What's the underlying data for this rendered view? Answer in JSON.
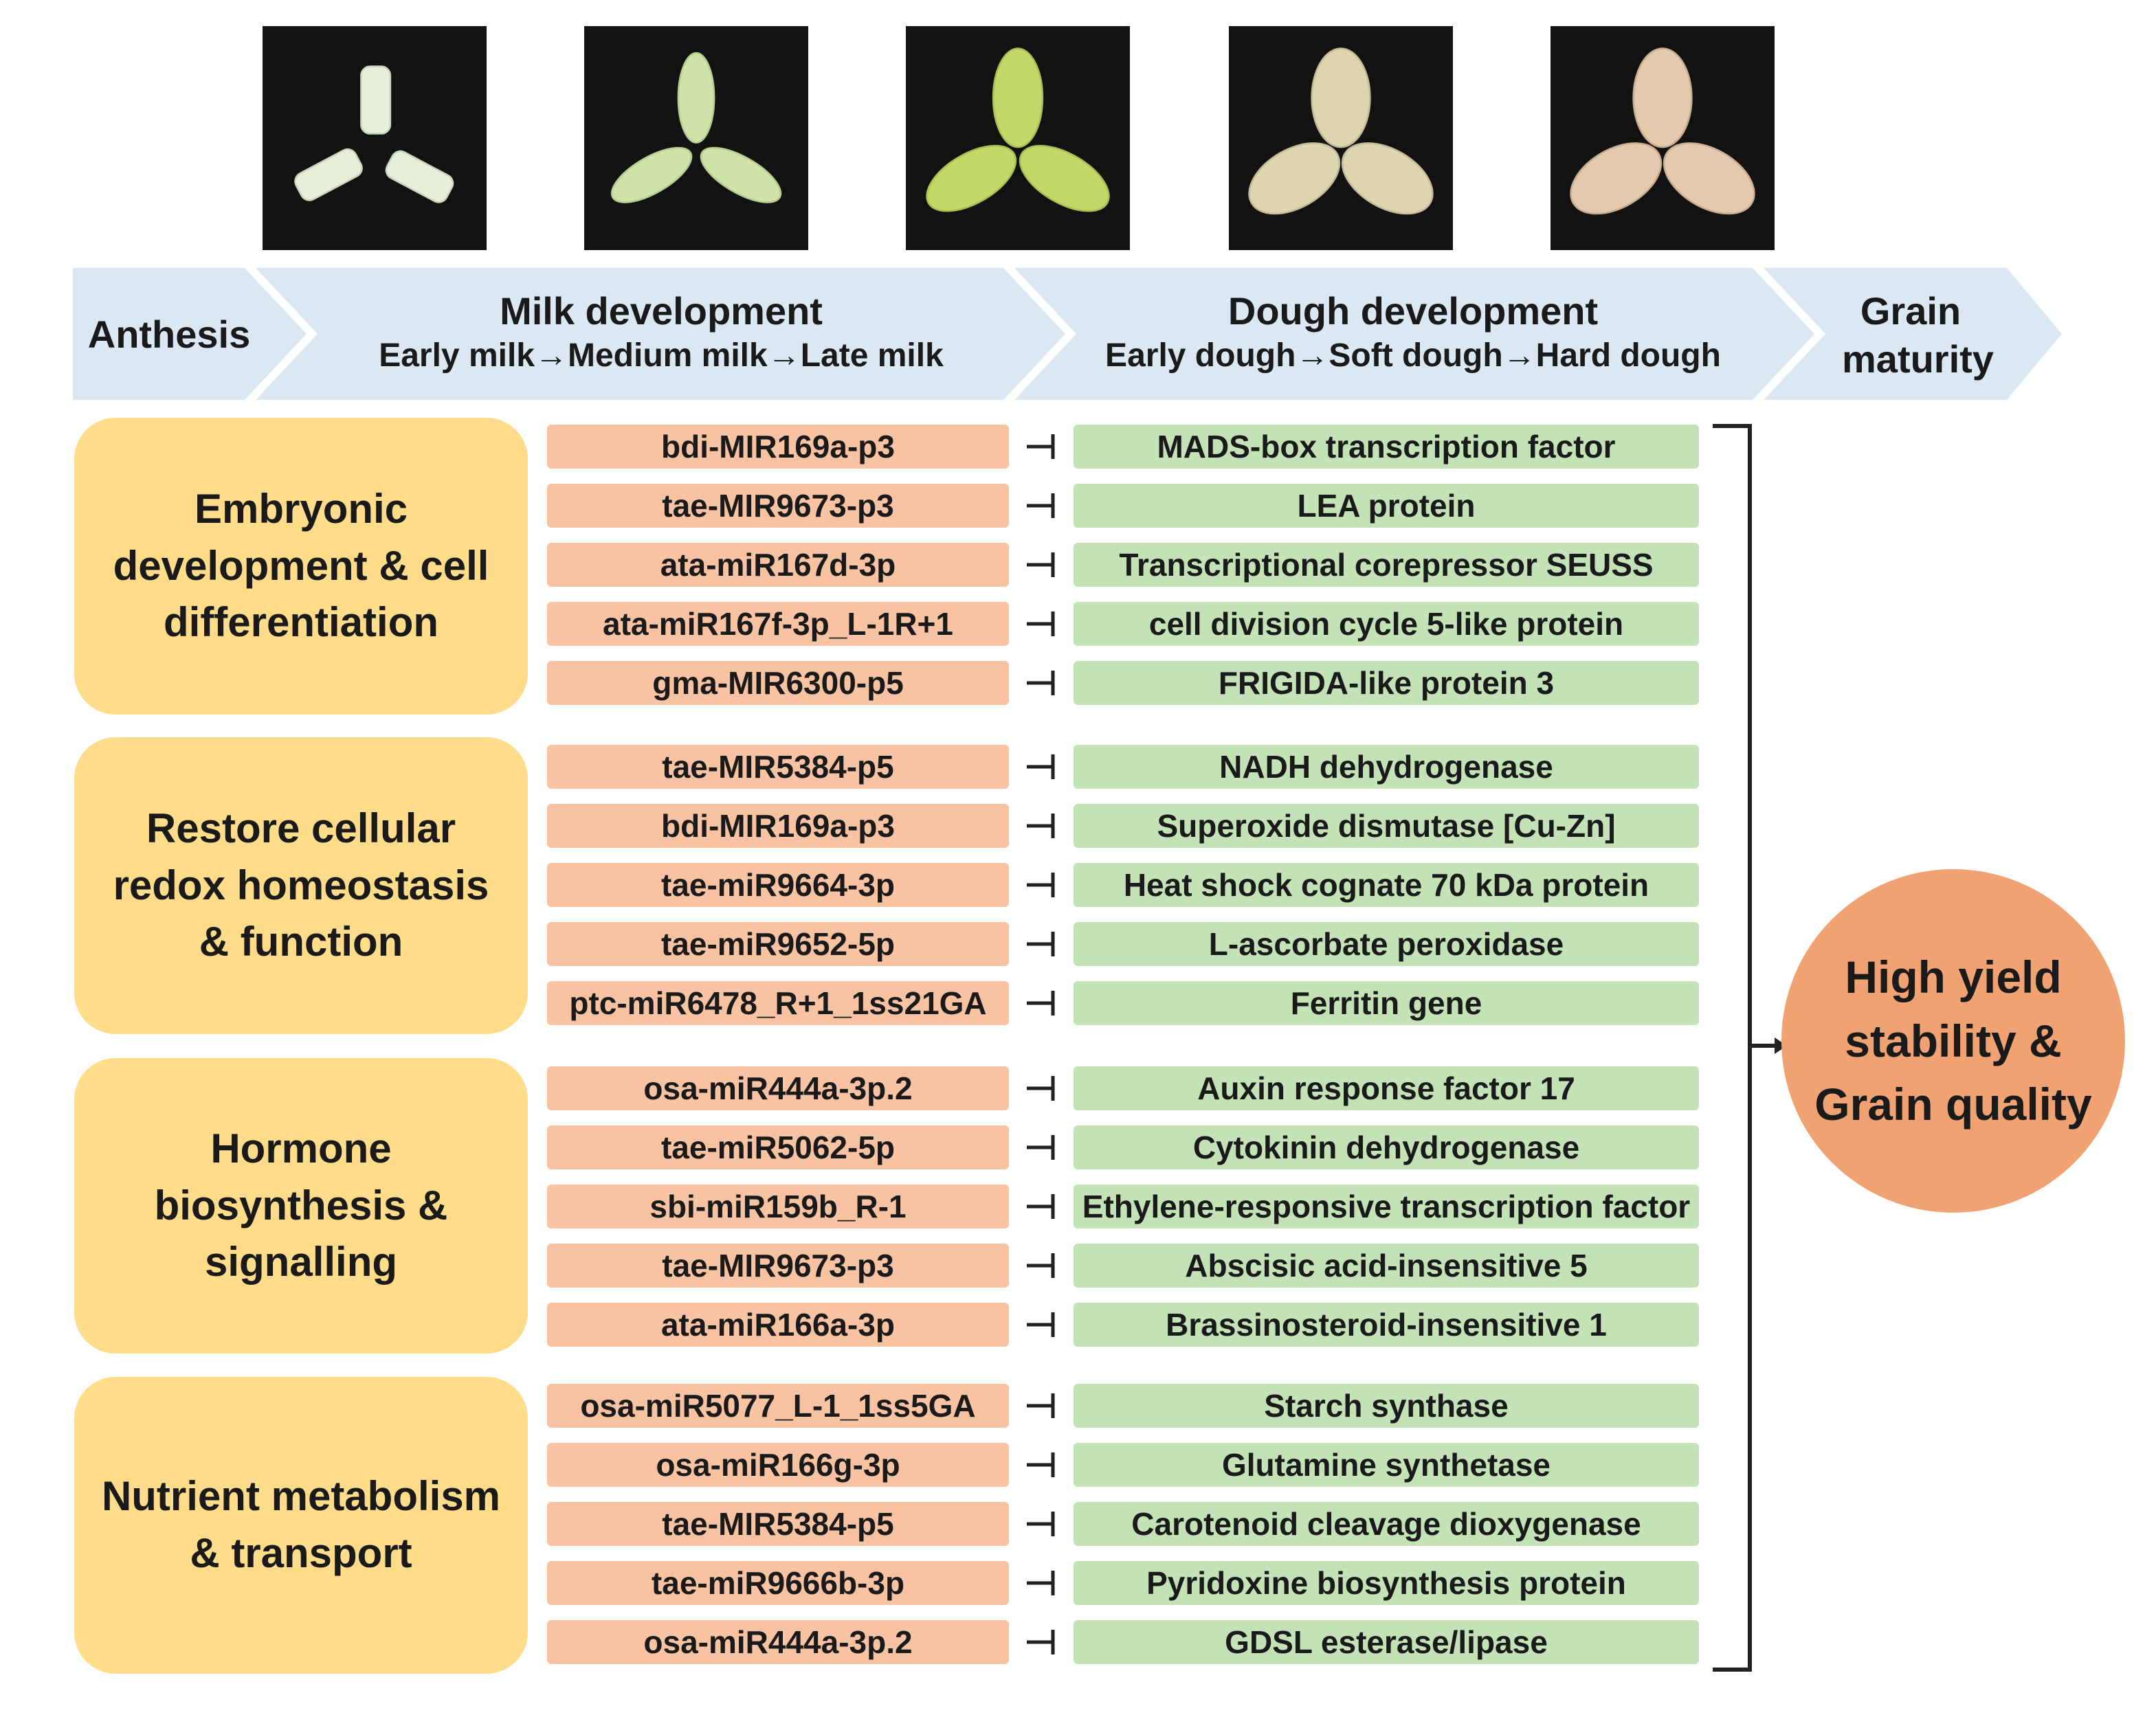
{
  "stages": [
    {
      "title": "Anthesis",
      "subtitle": ""
    },
    {
      "title": "Milk development",
      "subtitle": "Early milk→Medium milk→Late milk"
    },
    {
      "title": "Dough development",
      "subtitle": "Early dough→Soft dough→Hard dough"
    },
    {
      "title": "Grain maturity",
      "subtitle": ""
    }
  ],
  "categories": [
    {
      "label": "Embryonic development & cell differentiation",
      "pairs": [
        {
          "mirna": "bdi-MIR169a-p3",
          "target": "MADS-box transcription factor"
        },
        {
          "mirna": "tae-MIR9673-p3",
          "target": "LEA protein"
        },
        {
          "mirna": "ata-miR167d-3p",
          "target": "Transcriptional corepressor SEUSS"
        },
        {
          "mirna": "ata-miR167f-3p_L-1R+1",
          "target": "cell division cycle 5-like protein"
        },
        {
          "mirna": "gma-MIR6300-p5",
          "target": "FRIGIDA-like protein 3"
        }
      ]
    },
    {
      "label": "Restore cellular redox homeostasis & function",
      "pairs": [
        {
          "mirna": "tae-MIR5384-p5",
          "target": "NADH dehydrogenase"
        },
        {
          "mirna": "bdi-MIR169a-p3",
          "target": "Superoxide dismutase [Cu-Zn]"
        },
        {
          "mirna": "tae-miR9664-3p",
          "target": "Heat shock cognate 70 kDa protein"
        },
        {
          "mirna": "tae-miR9652-5p",
          "target": "L-ascorbate peroxidase"
        },
        {
          "mirna": "ptc-miR6478_R+1_1ss21GA",
          "target": "Ferritin gene"
        }
      ]
    },
    {
      "label": "Hormone biosynthesis & signalling",
      "pairs": [
        {
          "mirna": "osa-miR444a-3p.2",
          "target": "Auxin response factor 17"
        },
        {
          "mirna": "tae-miR5062-5p",
          "target": "Cytokinin dehydrogenase"
        },
        {
          "mirna": "sbi-miR159b_R-1",
          "target": "Ethylene-responsive transcription factor"
        },
        {
          "mirna": "tae-MIR9673-p3",
          "target": "Abscisic acid-insensitive 5"
        },
        {
          "mirna": "ata-miR166a-3p",
          "target": "Brassinosteroid-insensitive 1"
        }
      ]
    },
    {
      "label": "Nutrient metabolism & transport",
      "pairs": [
        {
          "mirna": "osa-miR5077_L-1_1ss5GA",
          "target": "Starch synthase"
        },
        {
          "mirna": "osa-miR166g-3p",
          "target": "Glutamine synthetase"
        },
        {
          "mirna": "tae-MIR5384-p5",
          "target": "Carotenoid cleavage dioxygenase"
        },
        {
          "mirna": "tae-miR9666b-3p",
          "target": "Pyridoxine biosynthesis protein"
        },
        {
          "mirna": "osa-miR444a-3p.2",
          "target": "GDSL esterase/lipase"
        }
      ]
    }
  ],
  "outcome": "High yield stability & Grain quality",
  "colors": {
    "band": "#dbe8f4",
    "category": "#fedc8a",
    "mirna": "#f7c3a3",
    "target": "#c3e3b7",
    "outcome": "#f0a273"
  }
}
